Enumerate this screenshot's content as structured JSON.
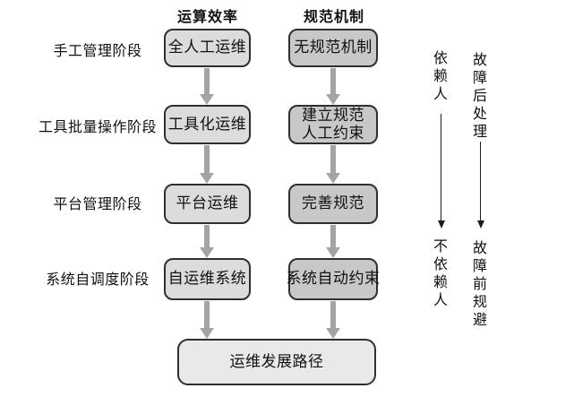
{
  "diagram": {
    "column_headers": [
      {
        "label": "运算效率"
      },
      {
        "label": "规范机制"
      }
    ],
    "stage_labels": [
      "手工管理阶段",
      "工具批量操作阶段",
      "平台管理阶段",
      "系统自调度阶段"
    ],
    "efficiency_boxes": [
      [
        "全人工运维"
      ],
      [
        "工具化运维"
      ],
      [
        "平台运维"
      ],
      [
        "自运维系统"
      ]
    ],
    "mechanism_boxes": [
      [
        "无规范机制"
      ],
      [
        "建立规范",
        "人工约束"
      ],
      [
        "完善规范"
      ],
      [
        "系统自动约束"
      ]
    ],
    "bottom_box": "运维发展路径",
    "right_annotations": [
      {
        "top": "依赖人",
        "bottom": "不依赖人"
      },
      {
        "top": "故障后处理",
        "bottom": "故障前规避"
      }
    ],
    "colors": {
      "efficiency_box_fill": "#dcdcdc",
      "mechanism_box_fill": "#c8c8c8",
      "bottom_box_fill": "#e9e9e9",
      "box_border": "#2f2f2f",
      "thick_arrow": "#a4a4a4",
      "thin_arrow": "#1c1c1c",
      "text": "#111111",
      "background": "#ffffff"
    }
  }
}
